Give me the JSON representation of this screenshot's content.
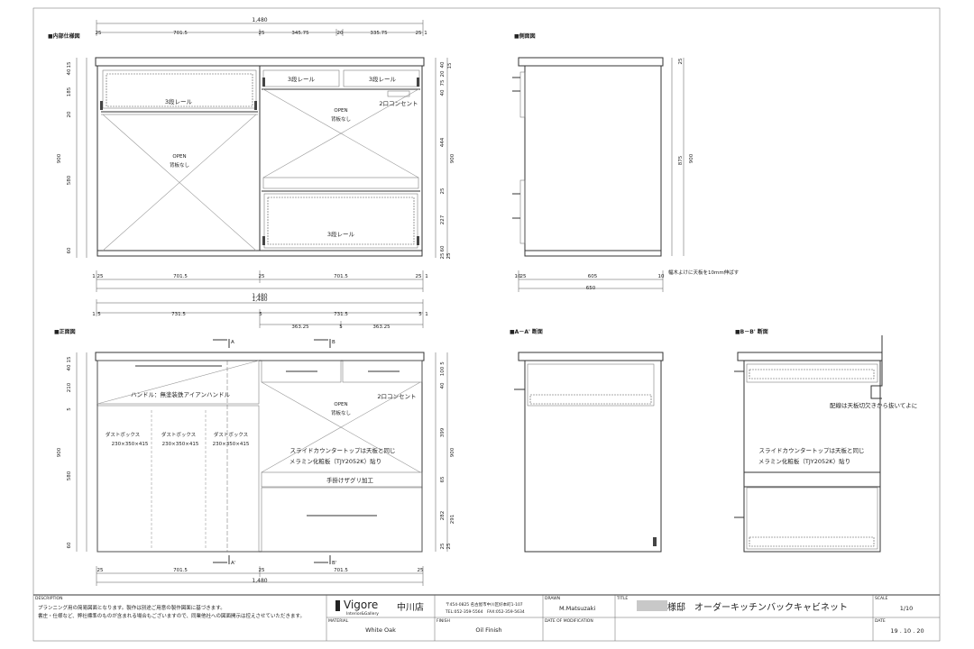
{
  "views": {
    "interior_title": "■内部仕様図",
    "side_title": "■側面図",
    "front_title": "■正面図",
    "sectionA_title": "■A－A' 断面",
    "sectionB_title": "■B－B' 断面"
  },
  "interior": {
    "top_dims": [
      "1,480",
      "25",
      "701.5",
      "25",
      "345.75",
      "20",
      "335.75",
      "25",
      "1"
    ],
    "left_dims": [
      "15",
      "40",
      "185",
      "20",
      "900",
      "580",
      "60"
    ],
    "right_dims": [
      "40",
      "20",
      "75",
      "40",
      "15",
      "444",
      "900",
      "25",
      "227",
      "60",
      "25",
      "25"
    ],
    "bottom_dims": [
      "1",
      "25",
      "701.5",
      "25",
      "701.5",
      "25",
      "1",
      "1,480"
    ],
    "labels": {
      "rail_left": "3段レール",
      "rail_mid1": "3段レール",
      "rail_mid2": "3段レール",
      "rail_bottom": "3段レール",
      "open_left": "OPEN",
      "noback_left": "背板なし",
      "open_right": "OPEN",
      "noback_right": "背板なし",
      "outlet": "2口コンセント"
    }
  },
  "side": {
    "dims_right": [
      "25",
      "875",
      "900"
    ],
    "dims_bottom": [
      "10",
      "25",
      "605",
      "10",
      "650"
    ],
    "note": "幅木よけに天板を10mm伸ばす"
  },
  "front": {
    "top_dims": [
      "1,480",
      "1",
      "5",
      "731.5",
      "5",
      "731.5",
      "5",
      "1",
      "363.25",
      "5",
      "363.25"
    ],
    "left_dims": [
      "15",
      "40",
      "210",
      "5",
      "900",
      "580",
      "60"
    ],
    "right_dims": [
      "5",
      "100",
      "40",
      "399",
      "900",
      "65",
      "282",
      "291",
      "25",
      "25"
    ],
    "bottom_dims": [
      "25",
      "701.5",
      "25",
      "701.5",
      "25",
      "1,480"
    ],
    "section_marks": [
      "A",
      "B",
      "A'",
      "B'"
    ],
    "labels": {
      "handle": "ハンドル：無塗装鉄アイアンハンドル",
      "dust1": "ダストボックス",
      "dust2": "ダストボックス",
      "dust3": "ダストボックス",
      "dust_size1": "230×350×415",
      "dust_size2": "230×350×415",
      "dust_size3": "230×350×415",
      "open": "OPEN",
      "noback": "背板なし",
      "outlet": "2口コンセント",
      "slide1": "スライドカウンタートップは天板と同じ",
      "slide2": "メラミン化粧板（TJY2052K）貼り",
      "handcut": "手掛けザグリ加工"
    }
  },
  "sectionB": {
    "note_wire": "配線は天板切欠きから抜いてよに",
    "slide1": "スライドカウンタートップは天板と同じ",
    "slide2": "メラミン化粧板（TJY2052K）貼り"
  },
  "title_block": {
    "description_label": "DESCRIPTION",
    "description_line1": "プランニング用の简易図面となります。製作は別途ご用意の製作図面に基づきます。",
    "description_line2": "書庄・仕様など、弊社標準のものが含まれる場合もございますので、同業他社への図面開示は控えさせていただきます。",
    "logo": "Vigore",
    "logo_sub": "Interior&Gallery",
    "store": "中川店",
    "address": "〒454-0825 名古屋市中川区好本町1-107",
    "tel": "TEL:052-359-5564　FAX:052-359-5634",
    "drawn_label": "DRAWN",
    "drawn": "M.Matsuzaki",
    "title_label": "TITLE",
    "title": "様邸　オーダーキッチンバックキャビネット",
    "scale_label": "SCALE",
    "scale": "1/10",
    "material_label": "MATERIAL",
    "material": "White Oak",
    "finish_label": "FINISH",
    "finish": "Oil Finish",
    "mod_label": "DATE OF MODIFICATION",
    "date_label": "DATE",
    "date": "19 . 10 . 20"
  }
}
